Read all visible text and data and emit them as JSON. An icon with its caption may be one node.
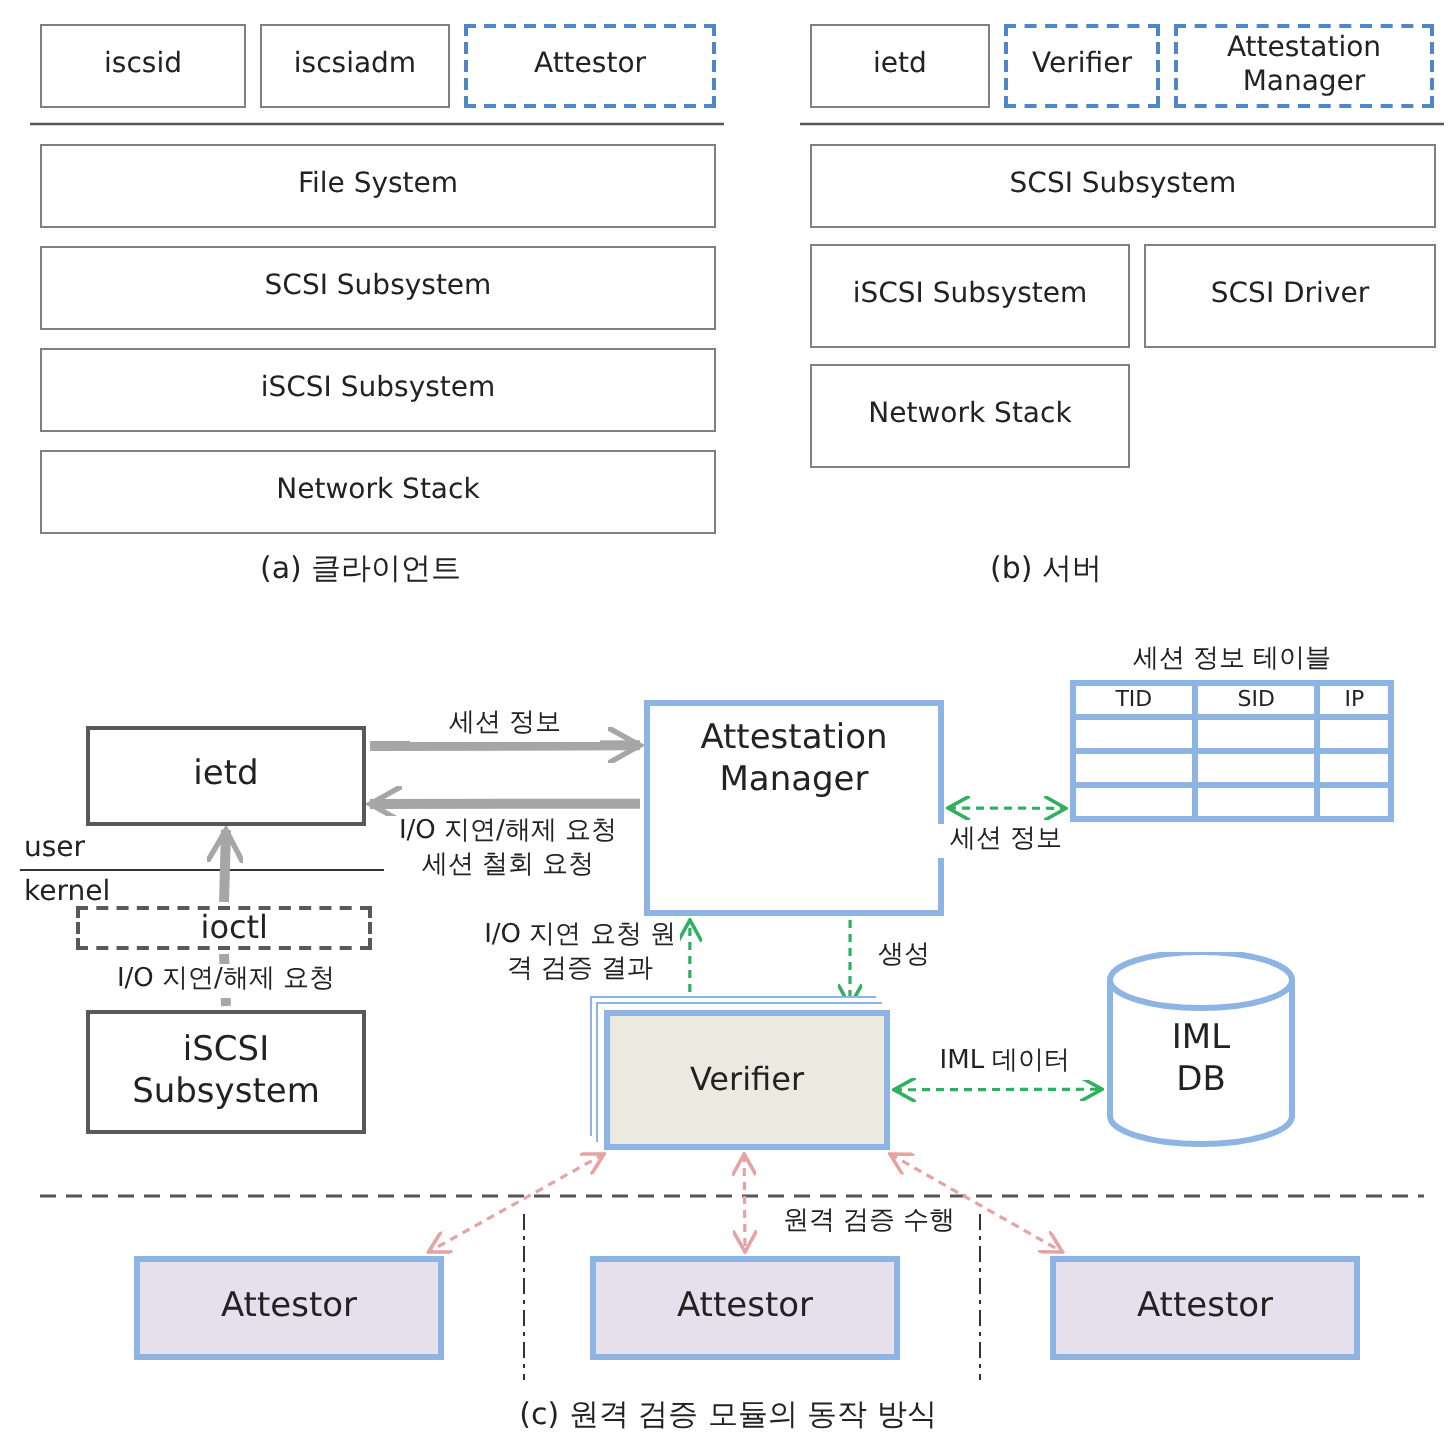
{
  "diagram": {
    "caption": "(c) 원격 검증 모듈의 동작 방식",
    "nodes": [
      {
        "text": [
          "iscsid"
        ]
      },
      {
        "text": [
          "iscsiadm"
        ]
      },
      {
        "text": [
          "Attestor"
        ]
      },
      {
        "text": [
          "File System"
        ]
      },
      {
        "text": [
          "SCSI Subsystem"
        ]
      },
      {
        "text": [
          "iSCSI Subsystem"
        ]
      },
      {
        "text": [
          "Network Stack"
        ]
      },
      {
        "text": [
          "ietd"
        ]
      },
      {
        "text": [
          "Verifier"
        ]
      },
      {
        "text": [
          "Attestation Manager"
        ]
      },
      {
        "text": [
          "SCSI Subsystem"
        ]
      },
      {
        "text": [
          "iSCSI Subsystem"
        ]
      },
      {
        "text": [
          "SCSI Driver"
        ]
      },
      {
        "text": [
          "Network Stack"
        ]
      },
      {
        "text": [
          "ietd"
        ]
      },
      {
        "text": [
          "ioctl"
        ]
      },
      {
        "text": [
          "iSCSI Subsystem"
        ]
      },
      {
        "text": [
          "Attestation Manager"
        ]
      },
      {
        "text": [
          "세션 정보 테이블",
          "TID",
          "SID",
          "IP"
        ]
      },
      {
        "text": [
          "Verifier"
        ]
      },
      {
        "text": [
          "IML DB"
        ]
      },
      {
        "text": [
          "Attestor"
        ]
      },
      {
        "text": [
          "Attestor"
        ]
      },
      {
        "text": [
          "Attestor"
        ]
      }
    ],
    "edges": [
      {
        "from": 14,
        "to": 17,
        "arrow": "to",
        "label": "세션 정보",
        "style": "thick",
        "color": "#a6a6a6"
      },
      {
        "from": 17,
        "to": 14,
        "arrow": "to",
        "label": "I/O 지연/해제 요청 세션 철회 요청",
        "style": "thick",
        "color": "#a6a6a6"
      },
      {
        "from": 16,
        "to": 15,
        "arrow": "none",
        "label": "I/O 지연/해제 요청",
        "style": "thick",
        "color": "#a6a6a6"
      },
      {
        "from": 15,
        "to": 14,
        "arrow": "to",
        "style": "thick",
        "color": "#a6a6a6"
      },
      {
        "from": 19,
        "to": 17,
        "arrow": "to",
        "label": "I/O 지연 요청 원격 검증 결과",
        "style": "dashed",
        "color": "#2fb060"
      },
      {
        "from": 17,
        "to": 19,
        "arrow": "to",
        "label": "생성",
        "style": "dashed",
        "color": "#2fb060"
      },
      {
        "from": 17,
        "to": 18,
        "arrow": "both",
        "label": "세션 정보",
        "style": "dashed",
        "color": "#2fb060"
      },
      {
        "from": 19,
        "to": 20,
        "arrow": "both",
        "label": "IML 데이터",
        "style": "dashed",
        "color": "#2fb060"
      },
      {
        "from": 19,
        "to": 21,
        "arrow": "both",
        "style": "dashed",
        "color": "#e6a3a3"
      },
      {
        "from": 19,
        "to": 22,
        "arrow": "both",
        "label": "원격 검증 수행",
        "style": "dashed",
        "color": "#e6a3a3"
      },
      {
        "from": 19,
        "to": 23,
        "arrow": "both",
        "style": "dashed",
        "color": "#e6a3a3"
      }
    ],
    "labels": [
      "(a) 클라이언트",
      "(b) 서버",
      "user",
      "kernel"
    ]
  }
}
